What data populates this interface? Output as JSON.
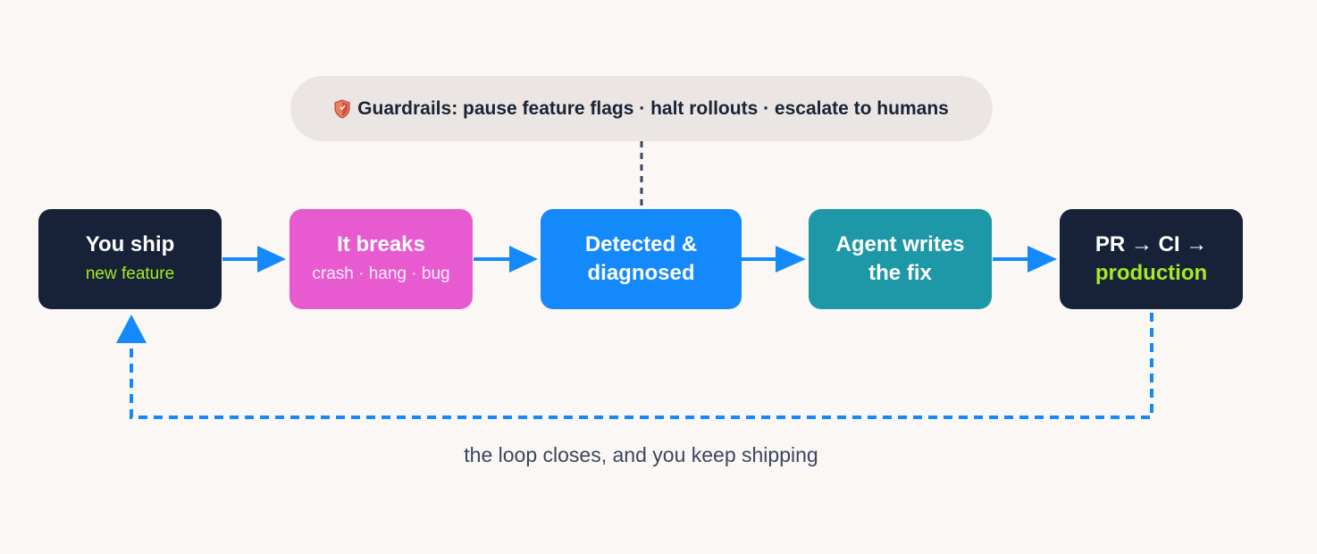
{
  "guardrails": {
    "icon": "shield-icon",
    "text": "Guardrails: pause feature flags · halt rollouts · escalate to humans"
  },
  "nodes": [
    {
      "id": "you-ship",
      "title": "You ship",
      "subtitle": "new feature",
      "color": "#172239"
    },
    {
      "id": "it-breaks",
      "title": "It breaks",
      "subtitle": "crash · hang · bug",
      "color": "#e85ad0"
    },
    {
      "id": "detected",
      "title_line1": "Detected &",
      "title_line2": "diagnosed",
      "color": "#1489fb"
    },
    {
      "id": "agent-fix",
      "title_line1": "Agent writes",
      "title_line2": "the fix",
      "color": "#1e97a6"
    },
    {
      "id": "production",
      "title_line1": "PR → CI →",
      "title_line2": "production",
      "color": "#172239",
      "highlight_color": "#a6ea1f"
    }
  ],
  "loop_caption": "the loop closes, and you keep shipping",
  "colors": {
    "arrow": "#1489fb",
    "connector": "#3a4560",
    "background": "#fbf7f4"
  }
}
